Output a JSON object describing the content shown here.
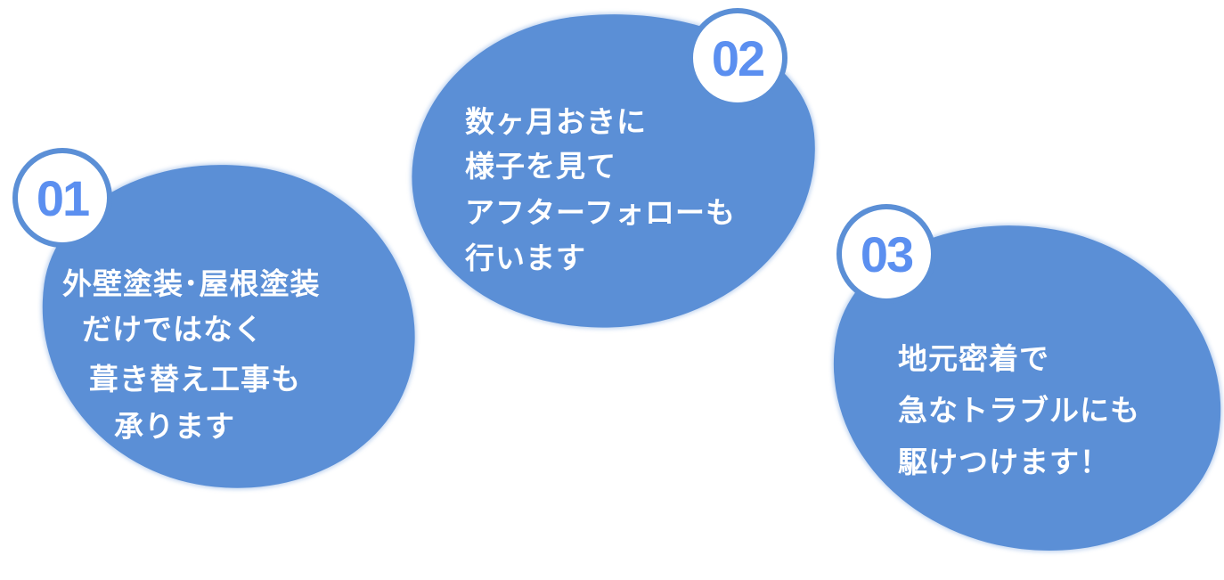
{
  "items": [
    {
      "number": "01",
      "lines": [
        "外壁塗装･屋根塗装",
        "だけではなく",
        "葺き替え工事も",
        "承ります"
      ]
    },
    {
      "number": "02",
      "lines": [
        "数ヶ月おきに",
        "様子を見て",
        "アフターフォローも",
        "行います"
      ]
    },
    {
      "number": "03",
      "lines": [
        "地元密着で",
        "急なトラブルにも",
        "駆けつけます！"
      ]
    }
  ],
  "colors": {
    "blob": "#5b8fd6",
    "number": "#5b8ff0",
    "text": "#ffffff"
  }
}
